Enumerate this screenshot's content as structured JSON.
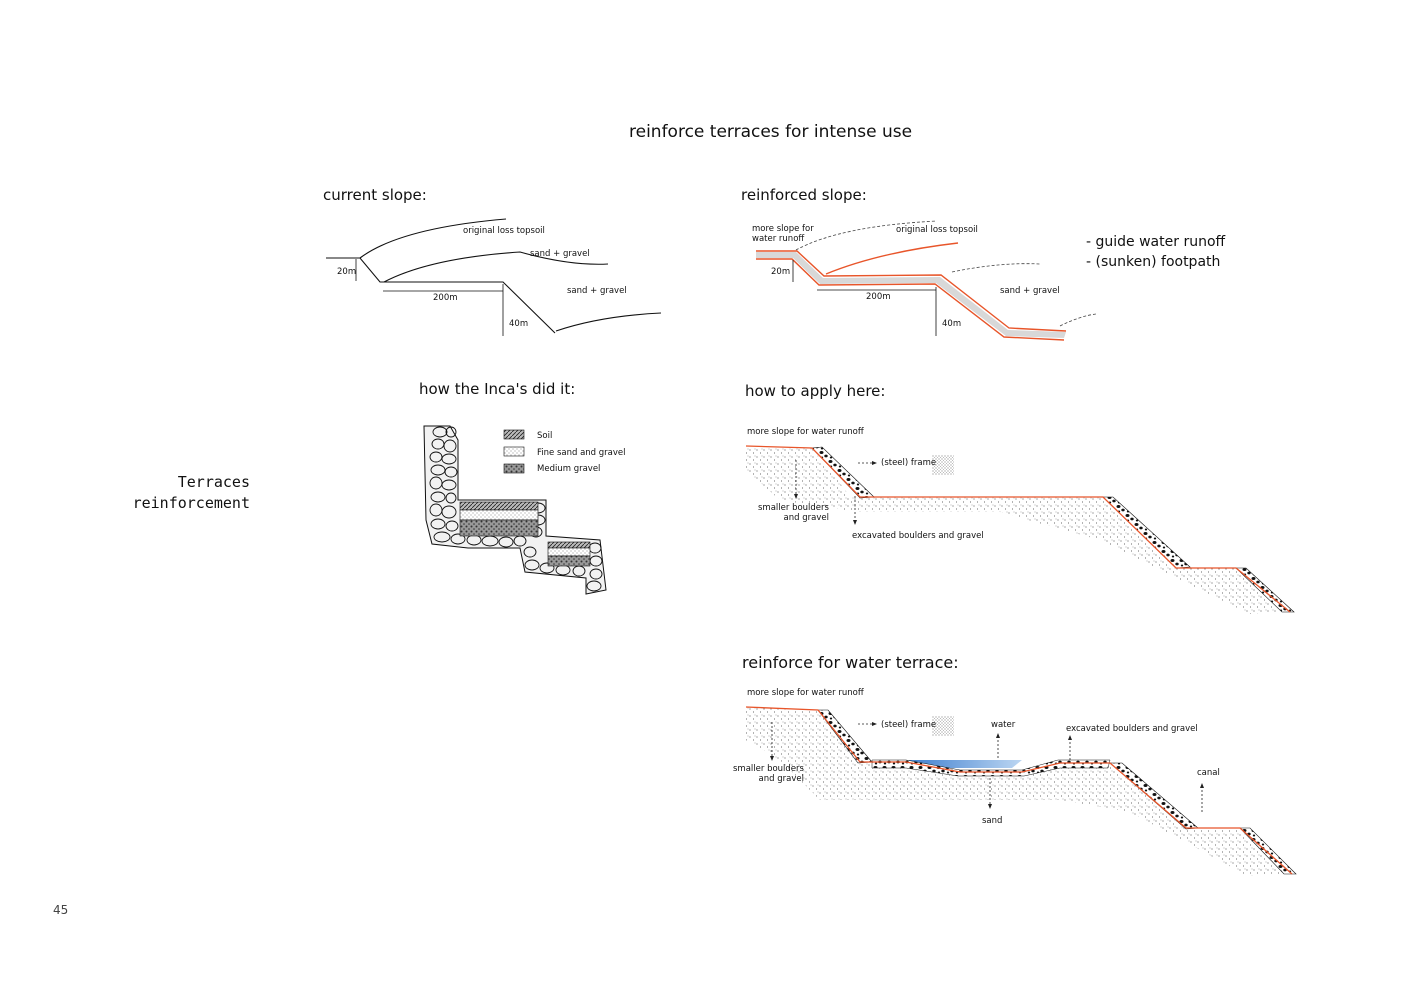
{
  "page_title": "reinforce terraces for intense use",
  "side_title": [
    "Terraces",
    "reinforcement"
  ],
  "page_number": "45",
  "colors": {
    "accent": "#e8552a",
    "water": "#6aa6df",
    "ink": "#111111"
  },
  "current_slope": {
    "heading": "current slope:",
    "labels": {
      "topsoil": "original loss topsoil",
      "sand_gravel_1": "sand + gravel",
      "sand_gravel_2": "sand + gravel",
      "height_1": "20m",
      "width": "200m",
      "height_2": "40m"
    }
  },
  "reinforced_slope": {
    "heading": "reinforced slope:",
    "labels": {
      "runoff": [
        "more slope for",
        "water runoff"
      ],
      "topsoil": "original loss topsoil",
      "height_1": "20m",
      "width": "200m",
      "height_2": "40m",
      "sand_gravel": "sand + gravel"
    },
    "notes": [
      "- guide water runoff",
      "- (sunken) footpath"
    ]
  },
  "inca": {
    "heading": "how the Inca's did it:",
    "legend": [
      "Soil",
      "Fine sand and gravel",
      "Medium gravel"
    ]
  },
  "apply_here": {
    "heading": "how to apply here:",
    "labels": {
      "runoff": "more slope for water runoff",
      "frame": "(steel) frame",
      "boulders": [
        "smaller boulders",
        "and gravel"
      ],
      "excavated": "excavated boulders and gravel"
    }
  },
  "water_terrace": {
    "heading": "reinforce for water terrace:",
    "labels": {
      "runoff": "more slope for water runoff",
      "frame": "(steel) frame",
      "water": "water",
      "excavated": "excavated boulders and gravel",
      "boulders": [
        "smaller boulders",
        "and gravel"
      ],
      "canal": "canal",
      "sand": "sand"
    }
  }
}
